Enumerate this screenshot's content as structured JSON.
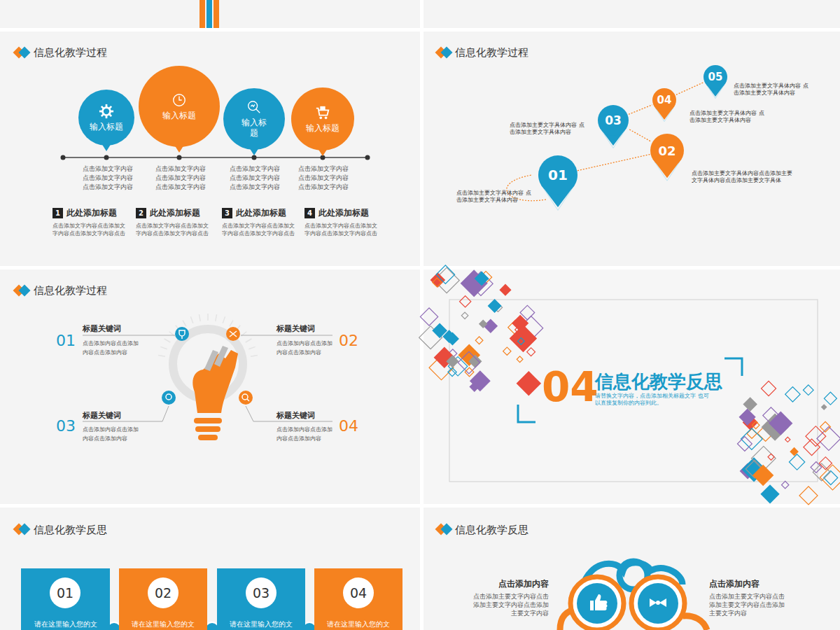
{
  "diagram": {
    "nodes": [
      {
        "text": [
          "输入标题"
        ]
      },
      {
        "text": [
          "输入标题"
        ]
      },
      {
        "text": [
          "输入标题"
        ]
      },
      {
        "text": [
          "输入标题"
        ]
      },
      {
        "text": [
          "1"
        ]
      },
      {
        "text": [
          "2"
        ]
      },
      {
        "text": [
          "3"
        ]
      },
      {
        "text": [
          "4"
        ]
      },
      {
        "text": [
          "01"
        ]
      },
      {
        "text": [
          "02"
        ]
      },
      {
        "text": [
          "03"
        ]
      },
      {
        "text": [
          "04"
        ]
      },
      {
        "text": [
          "05"
        ]
      },
      {
        "text": [
          "请在这里输入您的文"
        ]
      },
      {
        "text": [
          "01"
        ],
        "in": 13
      },
      {
        "text": [
          "请在这里输入您的文"
        ]
      },
      {
        "text": [
          "02"
        ],
        "in": 15
      },
      {
        "text": [
          "请在这里输入您的文"
        ]
      },
      {
        "text": [
          "03"
        ],
        "in": 17
      },
      {
        "text": [
          "请在这里输入您的文"
        ]
      },
      {
        "text": [
          "04"
        ],
        "in": 19
      }
    ],
    "edges": [
      {
        "from": 8,
        "to": 9,
        "arrow": "none"
      },
      {
        "from": 9,
        "to": 10,
        "arrow": "none"
      },
      {
        "from": 10,
        "to": 11,
        "arrow": "none"
      },
      {
        "from": 11,
        "to": 12,
        "arrow": "none"
      }
    ],
    "labels": [
      "信息化教学过程",
      "点击添加文字内容 点击添加文字内容 点击添加文字内容",
      "点击添加文字内容 点击添加文字内容 点击添加文字内容",
      "点击添加文字内容 点击添加文字内容 点击添加文字内容",
      "点击添加文字内容 点击添加文字内容 点击添加文字内容",
      "此处添加标题",
      "此处添加标题",
      "此处添加标题",
      "此处添加标题",
      "点击添加文字内容点击添加文字内容点击添加文字内容点击",
      "点击添加文字内容点击添加文字内容点击添加文字内容点击",
      "点击添加文字内容点击添加文字内容点击添加文字内容点击",
      "点击添加文字内容点击添加文字内容点击添加文字内容点击",
      "信息化教学过程",
      "点击添加主要文字具体内容 点击添加主要文字具体内容",
      "点击添加主要文字具体内容点击添加主要文字具体内容点击添加主要文字具体",
      "点击添加主要文字具体内容 点击添加主要文字具体内容",
      "点击添加主要文字具体内容 点击添加主要文字具体内容",
      "点击添加主要文字具体内容 点击添加主要文字具体内容",
      "信息化教学过程",
      "01",
      "标题关键词",
      "点击添加内容点击添加内容点击添加内容",
      "02",
      "标题关键词",
      "点击添加内容点击添加内容点击添加内容",
      "03",
      "标题关键词",
      "点击添加内容点击添加内容点击添加内容",
      "04",
      "标题关键词",
      "点击添加内容点击添加内容点击添加内容",
      "04",
      "信息化教学反思",
      "请替换文字内容，点击添加相关标题文字 也可以直接复制你的内容到此。",
      "信息化教学反思",
      "信息化教学反思",
      "点击添加内容",
      "点击添加主要文字内容点击添加主要文字内容点击添加主要文字内容",
      "点击添加内容",
      "点击添加主要文字内容点击添加主要文字内容点击添加主要文字内容"
    ]
  }
}
